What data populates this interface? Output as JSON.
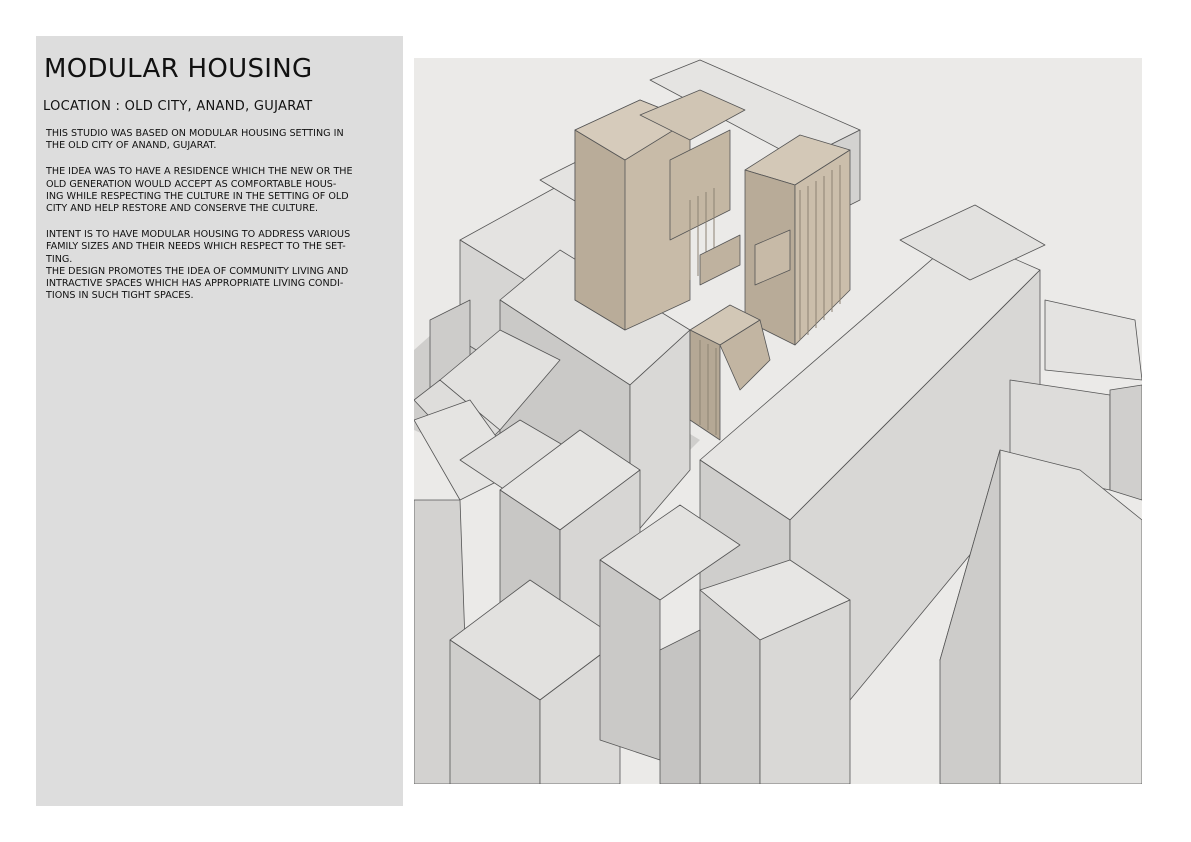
{
  "project": {
    "title": "MODULAR HOUSING",
    "location": "LOCATION : OLD CITY, ANAND, GUJARAT",
    "paragraphs": [
      "THIS STUDIO WAS BASED ON MODULAR HOUSING SETTING IN\nTHE OLD CITY OF ANAND, GUJARAT.",
      "THE IDEA WAS TO HAVE A RESIDENCE WHICH THE NEW OR THE\nOLD GENERATION WOULD ACCEPT AS COMFORTABLE HOUS-\nING WHILE RESPECTING THE CULTURE IN THE SETTING OF OLD\nCITY AND HELP RESTORE AND CONSERVE THE CULTURE.",
      "INTENT IS TO HAVE MODULAR HOUSING TO ADDRESS VARIOUS\nFAMILY SIZES AND THEIR NEEDS WHICH RESPECT TO THE SET-\nTING.",
      "THE DESIGN PROMOTES THE IDEA OF COMMUNITY LIVING AND\nINTRACTIVE SPACES WHICH HAS APPROPRIATE LIVING CONDI-\nTIONS IN SUCH TIGHT SPACES."
    ]
  },
  "colors": {
    "panel_background": "#dddddd",
    "massing_light": "#e6e5e3",
    "massing_mid": "#d4d3d1",
    "massing_dark": "#c3c2c0",
    "facade_tan": "#c9bcaa"
  }
}
